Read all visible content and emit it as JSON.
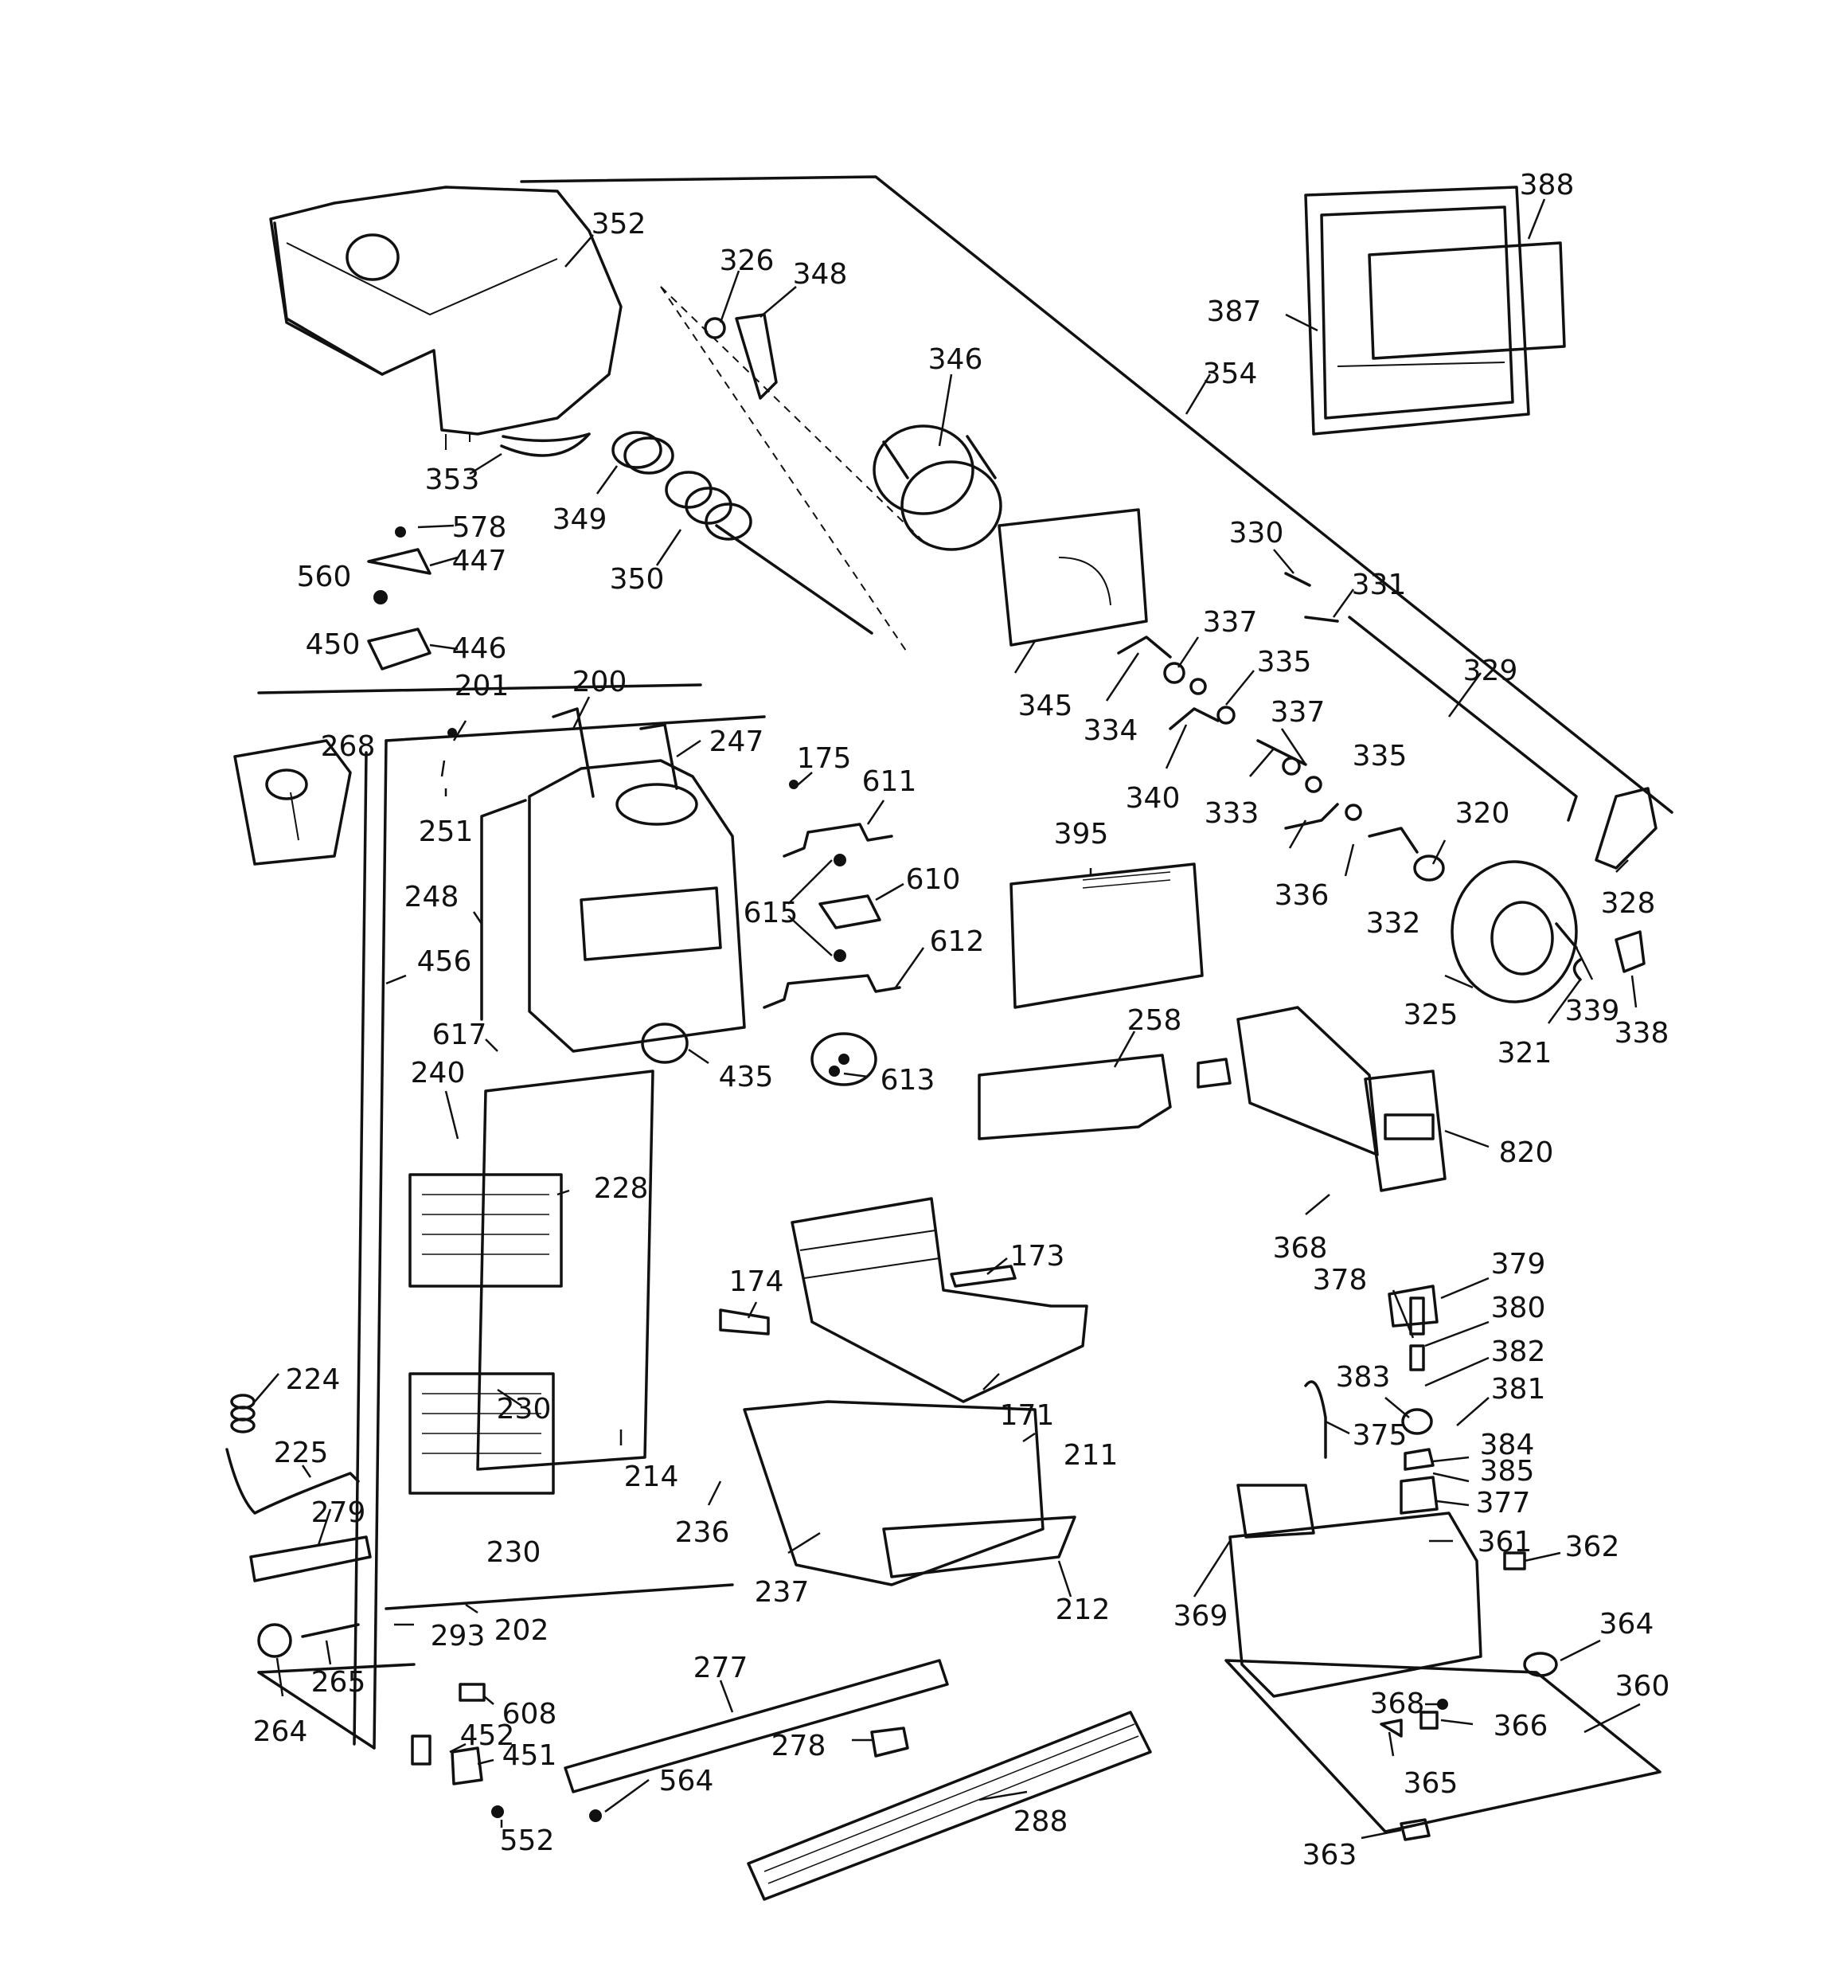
{
  "part_labels": [
    "352",
    "326",
    "348",
    "346",
    "354",
    "387",
    "388",
    "353",
    "349",
    "350",
    "578",
    "447",
    "560",
    "450",
    "446",
    "345",
    "330",
    "331",
    "337",
    "335",
    "329",
    "334",
    "340",
    "333",
    "336",
    "332",
    "320",
    "328",
    "325",
    "339",
    "338",
    "321",
    "201",
    "200",
    "247",
    "268",
    "251",
    "248",
    "456",
    "175",
    "611",
    "610",
    "615",
    "612",
    "613",
    "617",
    "435",
    "240",
    "395",
    "258",
    "820",
    "228",
    "368",
    "378",
    "379",
    "380",
    "382",
    "381",
    "383",
    "375",
    "384",
    "385",
    "377",
    "174",
    "173",
    "171",
    "224",
    "225",
    "230",
    "214",
    "211",
    "279",
    "236",
    "237",
    "212",
    "361",
    "362",
    "369",
    "293",
    "202",
    "265",
    "264",
    "608",
    "277",
    "364",
    "360",
    "366",
    "365",
    "452",
    "451",
    "278",
    "564",
    "552",
    "288",
    "363"
  ]
}
